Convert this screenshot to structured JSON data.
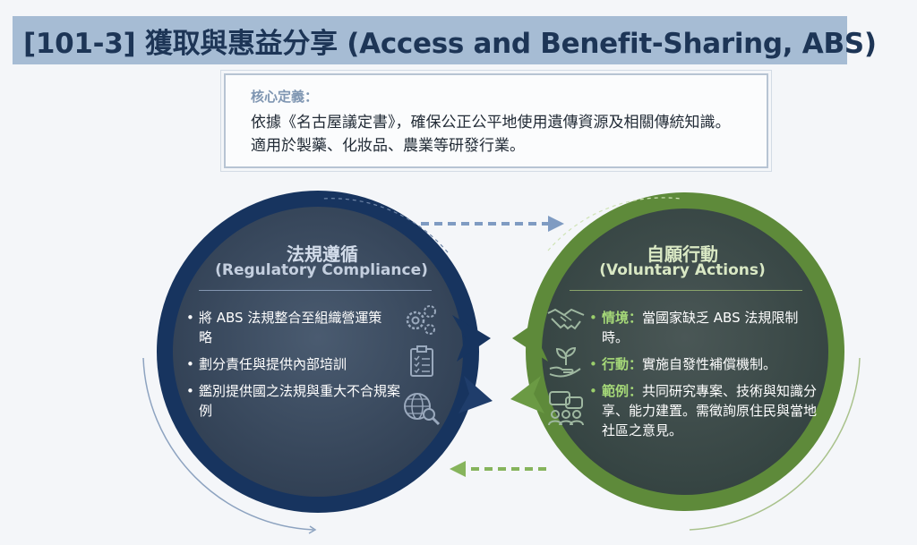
{
  "title": "[101-3] 獲取與惠益分享 (Access and Benefit-Sharing, ABS)",
  "definition": {
    "label": "核心定義：",
    "text": "依據《名古屋議定書》，確保公正公平地使用遺傳資源及相關傳統知識。適用於製藥、化妝品、農業等研發行業。"
  },
  "left": {
    "title_zh": "法規遵循",
    "title_en": "(Regulatory Compliance)",
    "bullets": [
      "將 ABS 法規整合至組織營運策略",
      "劃分責任與提供內部培訓",
      "鑑別提供國之法規與重大不合規案例"
    ],
    "icons": [
      "gears-icon",
      "checklist-icon",
      "globe-search-icon"
    ]
  },
  "right": {
    "title_zh": "自願行動",
    "title_en": "(Voluntary Actions)",
    "bullets": [
      {
        "key": "情境",
        "sep": "：",
        "text": "當國家缺乏 ABS 法規限制時。"
      },
      {
        "key": "行動",
        "sep": "：",
        "text": "實施自發性補償機制。"
      },
      {
        "key": "範例",
        "sep": "：",
        "text": "共同研究專案、技術與知識分享、能力建置。需徵詢原住民與當地社區之意見。"
      }
    ],
    "icons": [
      "handshake-icon",
      "seedling-hand-icon",
      "discussion-icon"
    ]
  },
  "colors": {
    "title_bar": "#a6bcd4",
    "title_text": "#1d3556",
    "left_ring": "#17345f",
    "left_fill": "#3c4d62",
    "right_ring": "#5e8a3a",
    "right_fill": "#3f4e50",
    "accent_green": "#a5d878",
    "arrow_blue": "#7f9bc2",
    "arrow_green": "#86b45c"
  }
}
